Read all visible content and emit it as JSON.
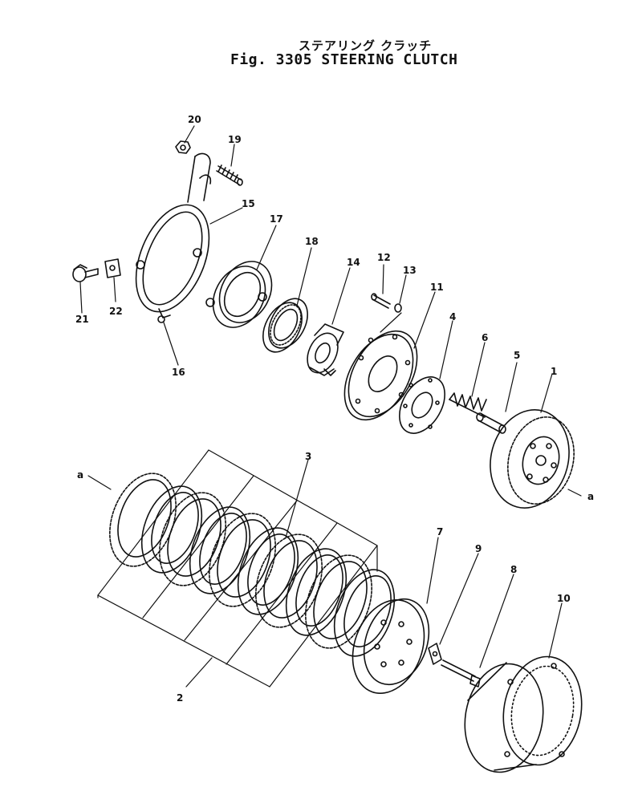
{
  "title_jp": "ステアリング クラッチ",
  "title_en": "Fig. 3305 STEERING CLUTCH",
  "callouts": [
    {
      "id": "1",
      "text": "1"
    },
    {
      "id": "2",
      "text": "2"
    },
    {
      "id": "3",
      "text": "3"
    },
    {
      "id": "4",
      "text": "4"
    },
    {
      "id": "5",
      "text": "5"
    },
    {
      "id": "6",
      "text": "6"
    },
    {
      "id": "7",
      "text": "7"
    },
    {
      "id": "8",
      "text": "8"
    },
    {
      "id": "9",
      "text": "9"
    },
    {
      "id": "10",
      "text": "10"
    },
    {
      "id": "11",
      "text": "11"
    },
    {
      "id": "12",
      "text": "12"
    },
    {
      "id": "13",
      "text": "13"
    },
    {
      "id": "14",
      "text": "14"
    },
    {
      "id": "15",
      "text": "15"
    },
    {
      "id": "16",
      "text": "16"
    },
    {
      "id": "17",
      "text": "17"
    },
    {
      "id": "18",
      "text": "18"
    },
    {
      "id": "19",
      "text": "19"
    },
    {
      "id": "20",
      "text": "20"
    },
    {
      "id": "21",
      "text": "21"
    },
    {
      "id": "22",
      "text": "22"
    },
    {
      "id": "a_left",
      "text": "a"
    },
    {
      "id": "a_right",
      "text": "a"
    }
  ]
}
